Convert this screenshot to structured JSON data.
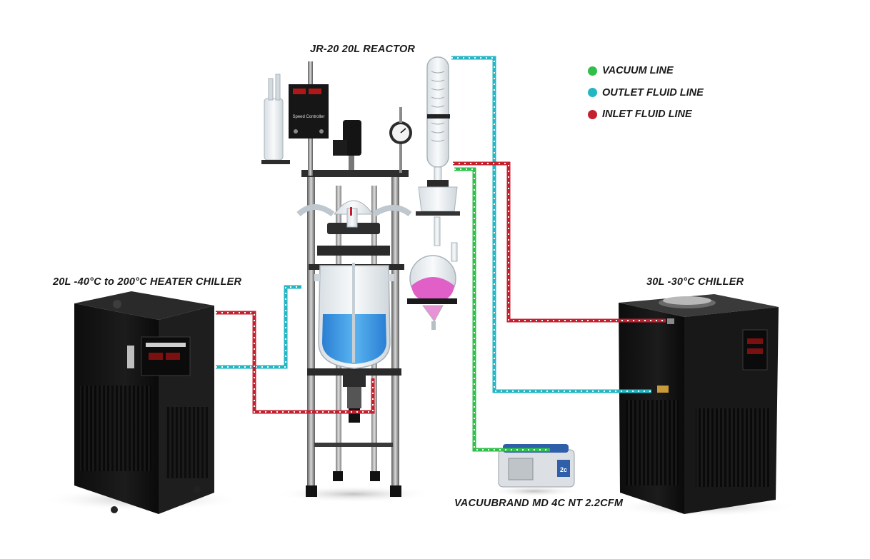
{
  "labels": {
    "reactor": "JR-20 20L REACTOR",
    "heater_chiller": "20L -40°C to 200°C HEATER CHILLER",
    "chiller": "30L -30°C CHILLER",
    "pump": "VACUUBRAND MD 4C NT 2.2CFM"
  },
  "legend": [
    {
      "label": "VACUUM LINE",
      "color": "#2fbf4a"
    },
    {
      "label": "OUTLET FLUID LINE",
      "color": "#25b6c4"
    },
    {
      "label": "INLET FLUID LINE",
      "color": "#c4212f"
    }
  ],
  "colors": {
    "vacuum": "#2fbf4a",
    "outlet": "#25b6c4",
    "inlet": "#c4212f",
    "chiller_body": "#141414",
    "frame": "#6b6b6b",
    "liquid_blue": "#3a9be8",
    "liquid_pink": "#e060c8"
  },
  "device_text": {
    "speed_controller": "Speed Controller",
    "pump_badge": "2c"
  }
}
